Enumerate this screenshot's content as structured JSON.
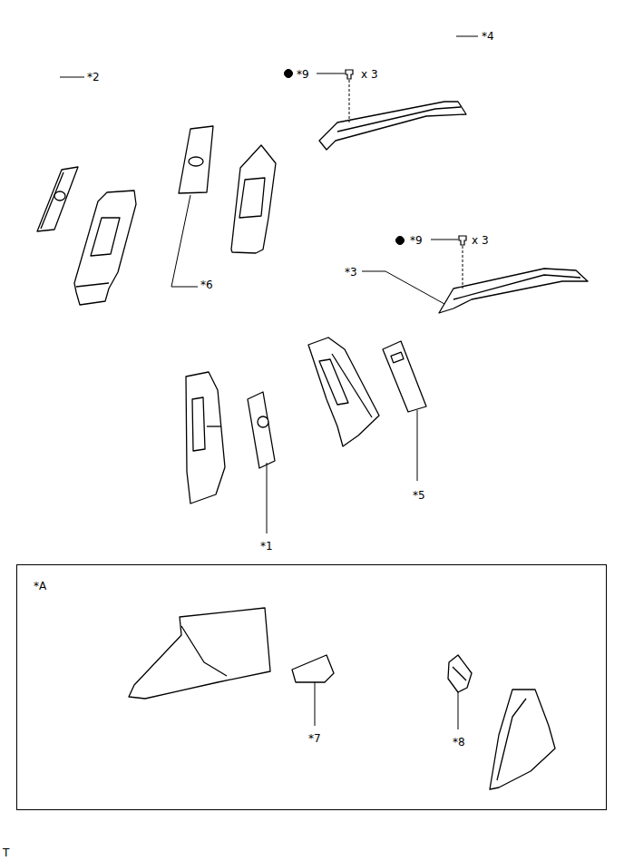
{
  "diagram": {
    "nodes": [
      {
        "text": [
          "*A"
        ]
      }
    ],
    "labels": [
      "*4",
      "*9",
      "x 3",
      "*2",
      "*9",
      "x 3",
      "*3",
      "*6",
      "*5",
      "*1",
      "*7",
      "*8",
      "T"
    ]
  }
}
